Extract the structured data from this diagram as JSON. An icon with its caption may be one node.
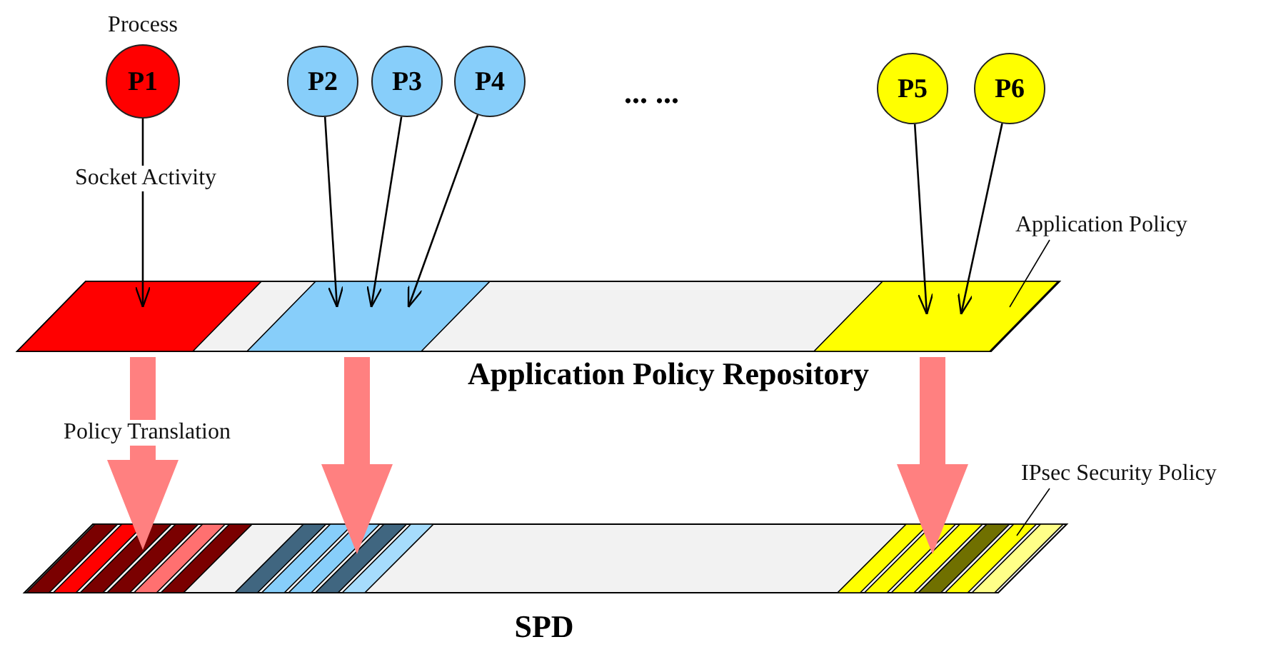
{
  "diagram": {
    "nodes": [
      {
        "text": [
          "P1"
        ],
        "beside": [
          "Process"
        ]
      },
      {
        "text": [
          "P2"
        ]
      },
      {
        "text": [
          "P3"
        ]
      },
      {
        "text": [
          "P4"
        ]
      },
      {
        "text": [
          "P5"
        ]
      },
      {
        "text": [
          "P6"
        ]
      },
      {
        "text": [
          "Application Policy Repository"
        ]
      },
      {
        "text": [],
        "shape": "box",
        "in": 6
      },
      {
        "text": [],
        "shape": "box",
        "in": 6
      },
      {
        "text": [],
        "shape": "box",
        "in": 6
      },
      {
        "text": [
          "SPD"
        ]
      },
      {
        "text": [],
        "shape": "box",
        "in": 10
      },
      {
        "text": [],
        "shape": "box",
        "in": 10
      },
      {
        "text": [],
        "shape": "box",
        "in": 10
      },
      {
        "text": [
          "Application Policy"
        ]
      },
      {
        "text": [
          "IPsec Security Policy"
        ]
      }
    ],
    "edges": [
      {
        "from": 0,
        "to": 7,
        "arrow": "to",
        "label": "Socket Activity"
      },
      {
        "from": 1,
        "to": 8,
        "arrow": "to"
      },
      {
        "from": 2,
        "to": 8,
        "arrow": "to"
      },
      {
        "from": 3,
        "to": 8,
        "arrow": "to"
      },
      {
        "from": 4,
        "to": 9,
        "arrow": "to"
      },
      {
        "from": 5,
        "to": 9,
        "arrow": "to"
      },
      {
        "from": 7,
        "to": 11,
        "arrow": "to",
        "style": "thick",
        "color": "#ff8080",
        "label": "Policy Translation"
      },
      {
        "from": 8,
        "to": 12,
        "arrow": "to",
        "style": "thick",
        "color": "#ff8080"
      },
      {
        "from": 9,
        "to": 13,
        "arrow": "to",
        "style": "thick",
        "color": "#ff8080"
      },
      {
        "from": 14,
        "to": 9,
        "arrow": "none"
      },
      {
        "from": 15,
        "to": 13,
        "arrow": "none"
      }
    ],
    "labels": [
      "... ..."
    ]
  }
}
